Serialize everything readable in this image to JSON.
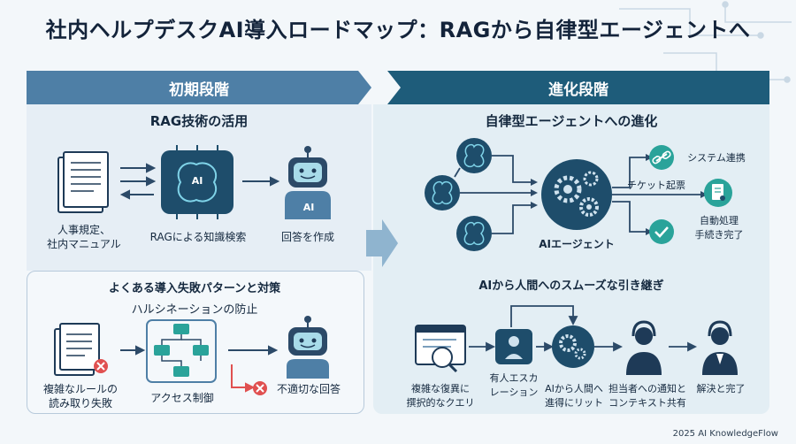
{
  "title": "社内ヘルプデスクAI導入ロードマップ：RAGから自律型エージェントへ",
  "left": {
    "phase": "初期段階",
    "heading": "RAG技術の活用",
    "doc_label_1": "人事規定、",
    "doc_label_2": "社内マニュアル",
    "chip_text": "AI",
    "chip_label": "RAGによる知識検索",
    "robot_badge": "AI",
    "robot_label": "回答を作成",
    "failure": {
      "heading": "よくある導入失敗パターンと対策",
      "subheading": "ハルシネーションの防止",
      "doc_label_1": "複雑なルールの",
      "doc_label_2": "読み取り失敗",
      "access_label": "アクセス制御",
      "bad_label": "不適切な回答"
    }
  },
  "right": {
    "phase": "進化段階",
    "heading": "自律型エージェントへの進化",
    "agent_label": "AIエージェント",
    "out_1": "システム連携",
    "out_2": "チケット起票",
    "out_3_1": "自動処理",
    "out_3_2": "手続き完了",
    "handoff": {
      "heading": "AIから人間へのスムーズな引き継ぎ",
      "step_1a": "複雑な復異に",
      "step_1b": "撰択的なクエリ",
      "step_2a": "有人エスカ",
      "step_2b": "レーション",
      "step_3a": "AIから人間へ",
      "step_3b": "進得にリット",
      "step_4a": "担当者への通知と",
      "step_4b": "コンテキスト共有",
      "step_5": "解決と完了"
    }
  },
  "footer": "2025 AI KnowledgeFlow",
  "colors": {
    "dark": "#1e3a57",
    "teal": "#1e5c7a",
    "mid": "#4e7fa6",
    "light": "#cfe2ee",
    "green": "#2aa39a",
    "red": "#e05050"
  }
}
